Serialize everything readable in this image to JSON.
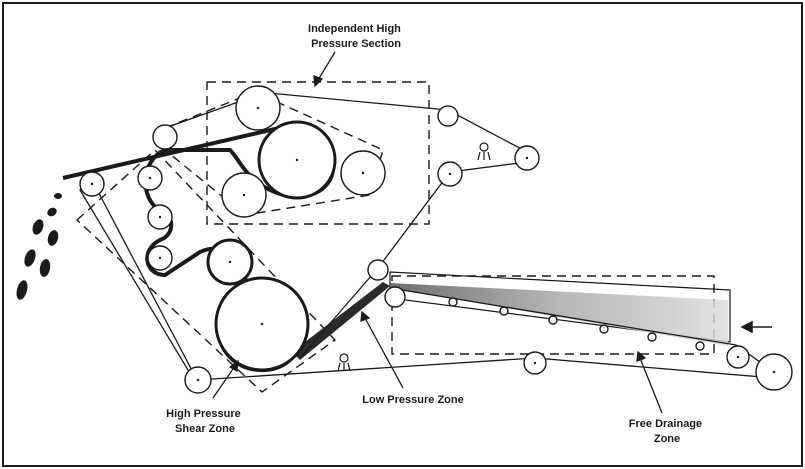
{
  "colors": {
    "ink": "#1a1a1a",
    "background": "#ffffff",
    "sludge": "#2a2a2a"
  },
  "labels": {
    "independent_high_pressure": [
      "Independent High",
      "Pressure Section"
    ],
    "high_pressure_shear": [
      "High Pressure",
      "Shear Zone"
    ],
    "low_pressure": [
      "Low Pressure Zone"
    ],
    "free_drainage": [
      "Free Drainage",
      "Zone"
    ]
  },
  "icons": [
    "feed-arrow-icon",
    "spray-nozzle-icon",
    "roller-icon",
    "sludge-cake-icon"
  ]
}
